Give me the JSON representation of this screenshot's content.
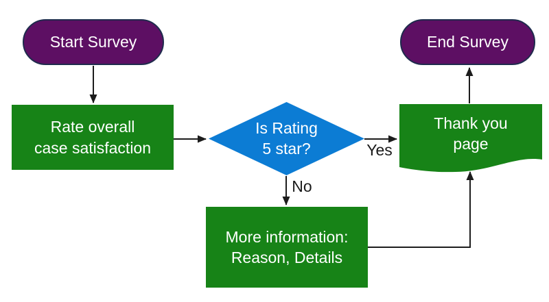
{
  "diagram": {
    "type": "flowchart",
    "nodes": {
      "start": {
        "shape": "terminator",
        "lines": [
          "Start Survey"
        ]
      },
      "rate": {
        "shape": "process",
        "lines": [
          "Rate overall",
          "case satisfaction"
        ]
      },
      "decision": {
        "shape": "decision",
        "lines": [
          "Is Rating",
          "5 star?"
        ]
      },
      "more": {
        "shape": "process",
        "lines": [
          "More information:",
          "Reason, Details"
        ]
      },
      "thankyou": {
        "shape": "document",
        "lines": [
          "Thank you",
          "page"
        ]
      },
      "end": {
        "shape": "terminator",
        "lines": [
          "End Survey"
        ]
      }
    },
    "edge_labels": {
      "yes": "Yes",
      "no": "No"
    },
    "colors": {
      "terminator-fill": "#5D0F63",
      "terminator-border": "#1F2B4D",
      "process-fill": "#178317",
      "decision-fill": "#0C7CD4",
      "document-fill": "#178317",
      "connector": "#1C1C1C",
      "shape-text": "#FFFFFF",
      "label-text": "#1A1A1A",
      "background": "#FFFFFF"
    }
  }
}
